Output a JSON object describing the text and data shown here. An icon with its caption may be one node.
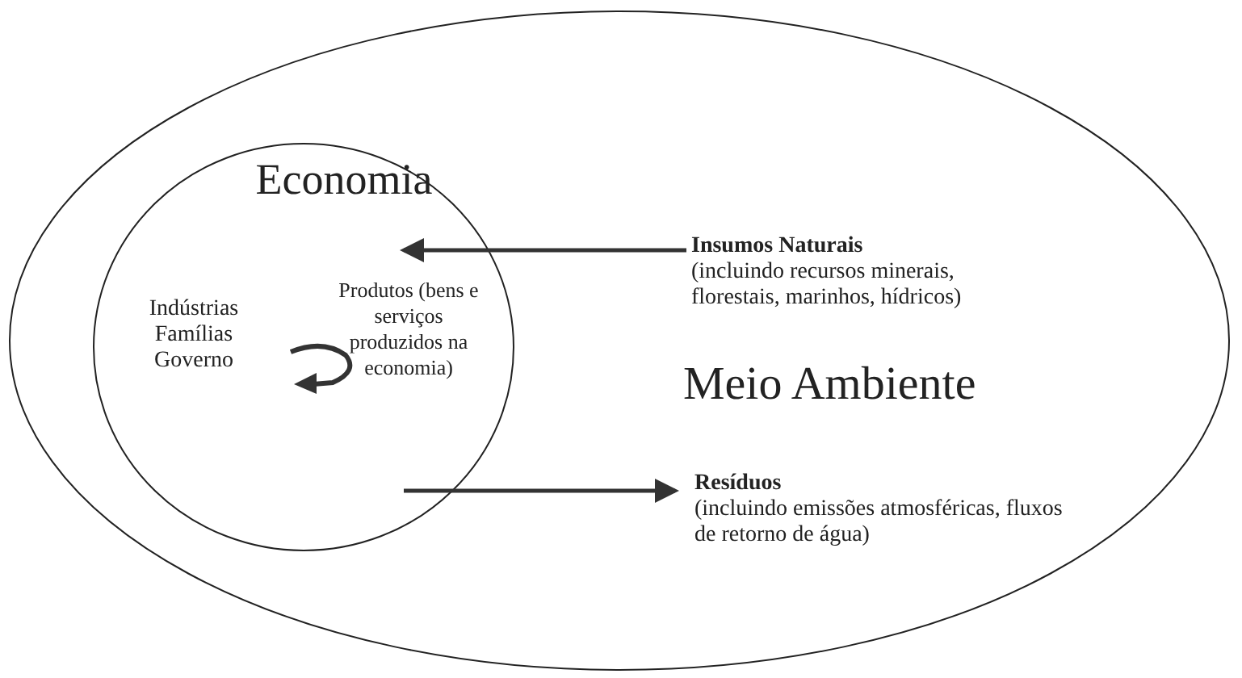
{
  "diagram": {
    "nodes": [
      {
        "text": [
          "Meio Ambiente"
        ]
      },
      {
        "text": [
          "Economia",
          "Indústrias Famílias Governo",
          "Produtos (bens e serviços produzidos na economia)"
        ],
        "in": 0
      },
      {
        "text": [
          "Insumos Naturais",
          "(incluindo recursos minerais, florestais, marinhos, hídricos)"
        ],
        "in": 0
      },
      {
        "text": [
          "Resíduos",
          "(incluindo emissões atmosféricas, fluxos de retorno de água)"
        ],
        "in": 0
      }
    ],
    "edges": [
      {
        "from": 2,
        "to": 1,
        "arrow": "to"
      },
      {
        "from": 1,
        "to": 3,
        "arrow": "to"
      }
    ]
  }
}
